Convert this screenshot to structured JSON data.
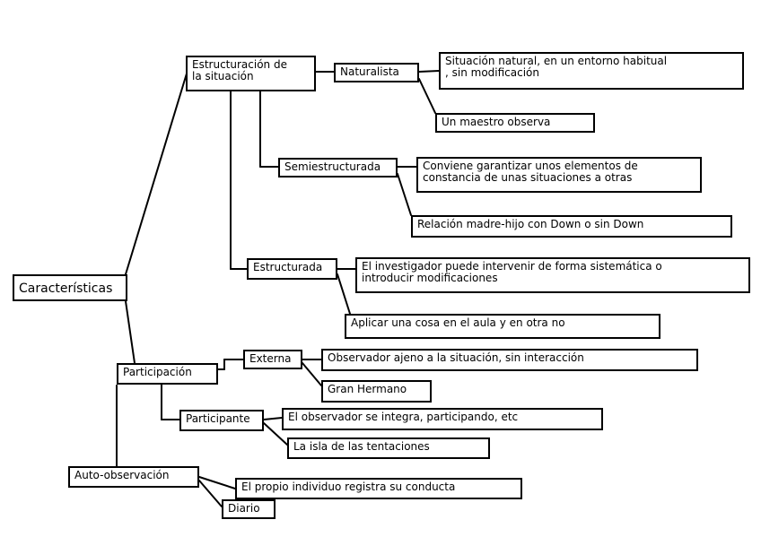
{
  "nodes": {
    "caracteristicas": "Características",
    "estructuracion": [
      "Estructuración de",
      "la situación"
    ],
    "naturalista": "Naturalista",
    "sitnatural": [
      "Situación natural, en un entorno habitual",
      ", sin modificación"
    ],
    "maestro": "Un maestro observa",
    "semi": "Semiestructurada",
    "conviene": [
      "Conviene garantizar unos elementos de",
      "constancia de unas situaciones a otras"
    ],
    "relacion": "Relación madre-hijo con Down o sin Down",
    "estructurada": "Estructurada",
    "investigador": [
      "El investigador puede intervenir de forma sistemática o",
      "introducir modificaciones"
    ],
    "aula": "Aplicar una cosa en el aula y en otra no",
    "participacion": "Participación",
    "externa": "Externa",
    "observador": "Observador ajeno a la situación, sin interacción",
    "granhermano": "Gran Hermano",
    "participante": "Participante",
    "integra": "El observador se integra, participando, etc",
    "isla": "La isla de las tentaciones",
    "auto": "Auto-observación",
    "propio": "El propio individuo registra su conducta",
    "diario": "Diario"
  },
  "colors": {
    "stroke": "#000000",
    "background": "#ffffff"
  }
}
